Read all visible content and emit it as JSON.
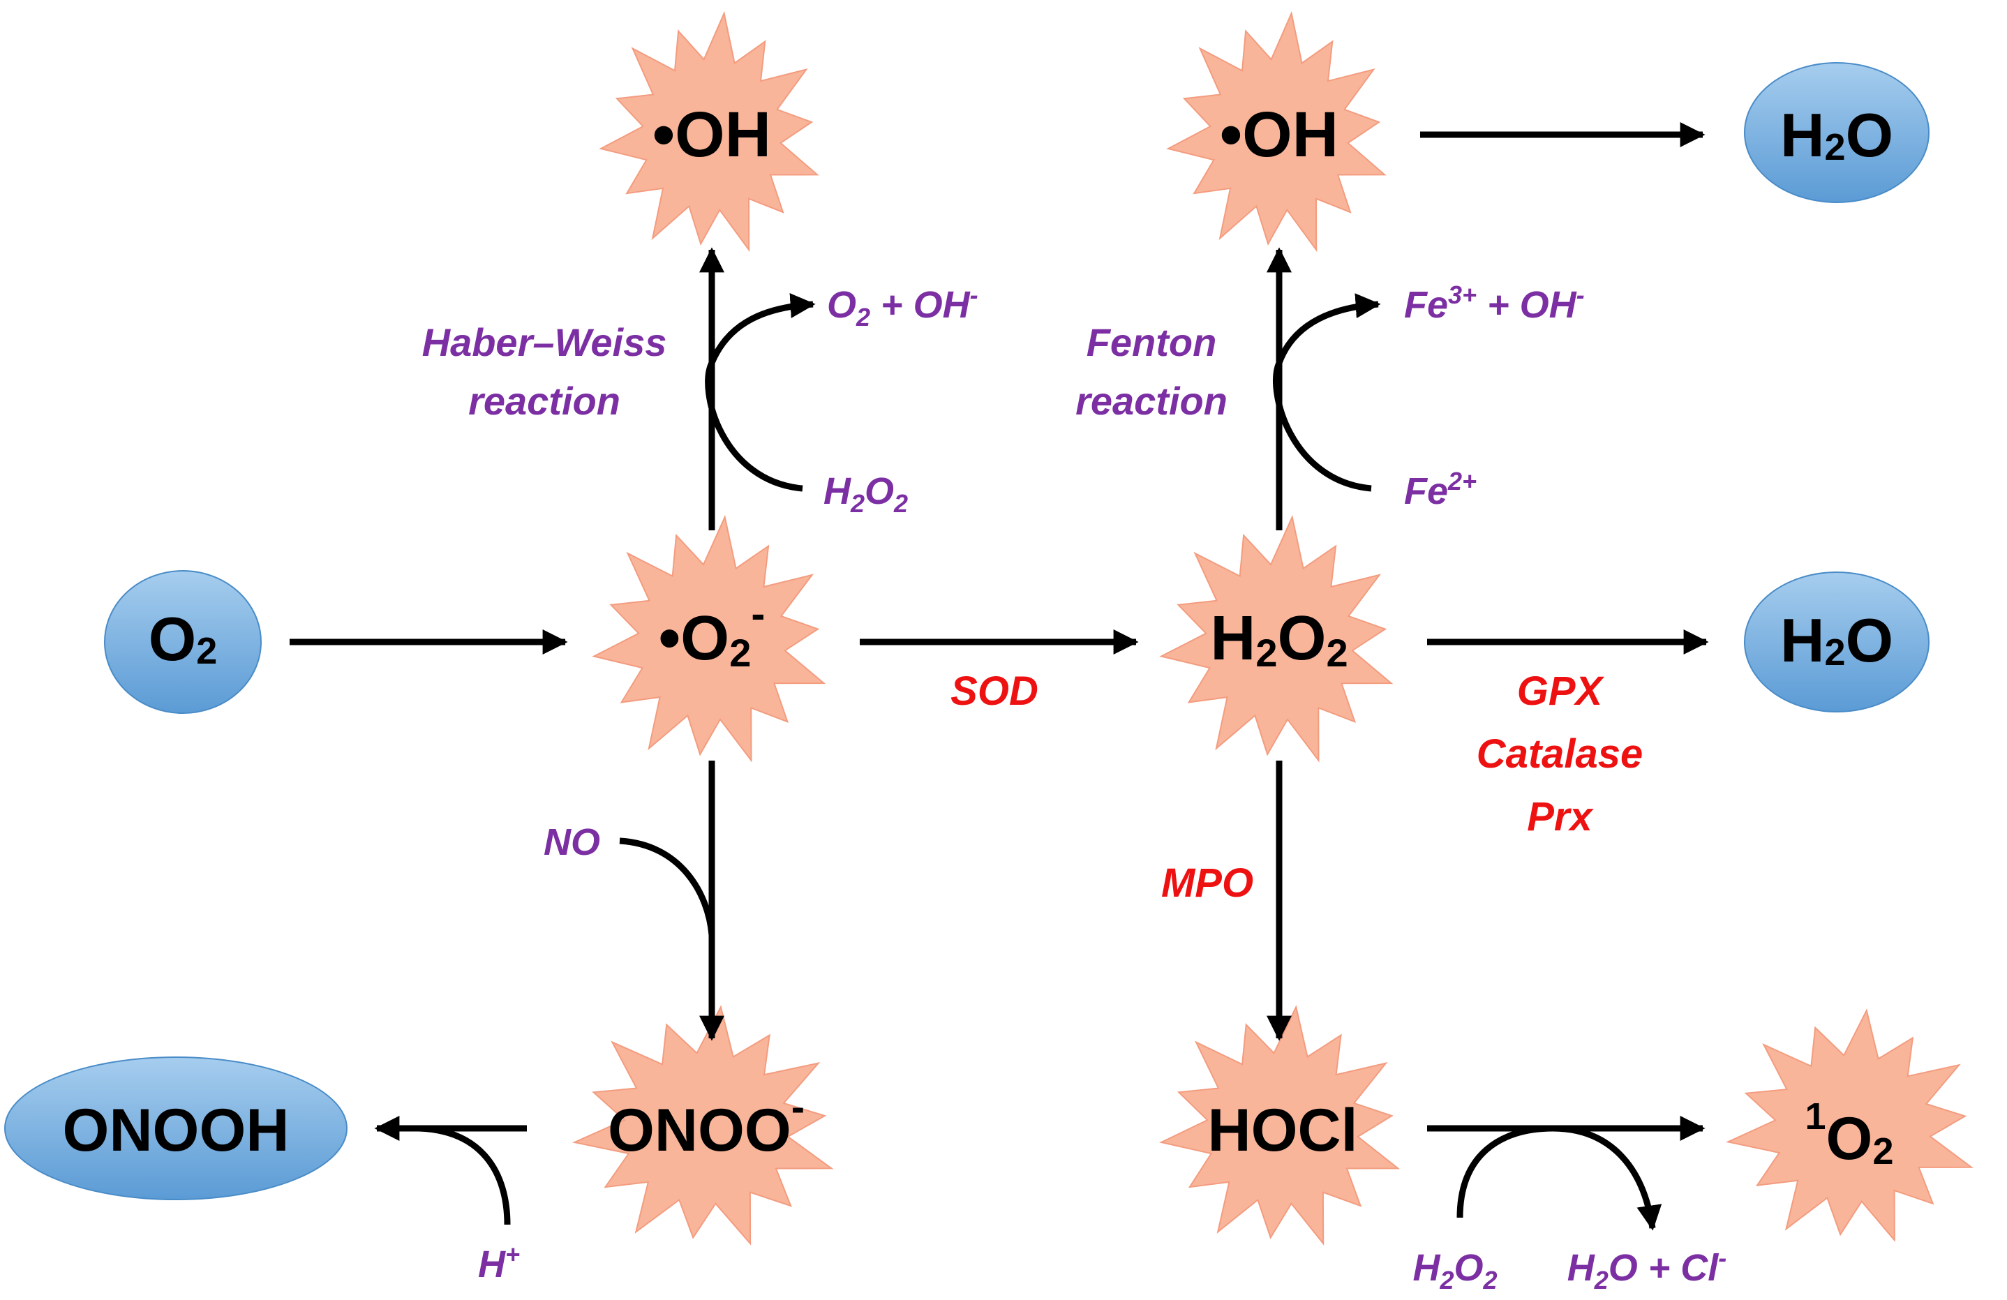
{
  "colors": {
    "star_fill": "#f9b59a",
    "star_stroke": "#f39c7f",
    "oval_top": "#a6cdee",
    "oval_bottom": "#5b9bd5",
    "oval_stroke": "#4a8cc8",
    "reagent": "#7b2fa3",
    "enzyme": "#ee1111"
  },
  "species": {
    "oh_left": {
      "dot": "•",
      "main": "OH"
    },
    "oh_right": {
      "dot": "•",
      "main": "OH"
    },
    "water_top": {
      "a": "H",
      "sub": "2",
      "b": "O"
    },
    "o2": {
      "a": "O",
      "sub": "2"
    },
    "superoxide": {
      "dot": "•",
      "a": "O",
      "sub": "2",
      "sup": "-"
    },
    "h2o2": {
      "a": "H",
      "sub1": "2",
      "b": "O",
      "sub2": "2"
    },
    "water_mid": {
      "a": "H",
      "sub": "2",
      "b": "O"
    },
    "onooh": {
      "main": "ONOOH"
    },
    "peroxynitrite": {
      "main": "ONOO",
      "sup": "-"
    },
    "hocl": {
      "main": "HOCl"
    },
    "singlet_o2": {
      "sup": "1",
      "a": "O",
      "sub": "2"
    }
  },
  "labels": {
    "haber_weiss_line1": "Haber–Weiss",
    "haber_weiss_line2": "reaction",
    "fenton_line1": "Fenton",
    "fenton_line2": "reaction",
    "hw_product": {
      "a": "O",
      "sub": "2",
      "b": " + OH",
      "sup": "-"
    },
    "hw_reactant": {
      "a": "H",
      "sub1": "2",
      "b": "O",
      "sub2": "2"
    },
    "fenton_product": {
      "a": "Fe",
      "sup1": "3+",
      "b": " + OH",
      "sup2": "-"
    },
    "fenton_reactant": {
      "a": "Fe",
      "sup": "2+"
    },
    "no": "NO",
    "h_plus": {
      "a": "H",
      "sup": "+"
    },
    "hocl_reactant": {
      "a": "H",
      "sub1": "2",
      "b": "O",
      "sub2": "2"
    },
    "hocl_product": {
      "a": "H",
      "sub": "2",
      "b": "O + Cl",
      "sup": "-"
    }
  },
  "enzymes": {
    "sod": "SOD",
    "gpx": "GPX",
    "catalase": "Catalase",
    "prx": "Prx",
    "mpo": "MPO"
  }
}
